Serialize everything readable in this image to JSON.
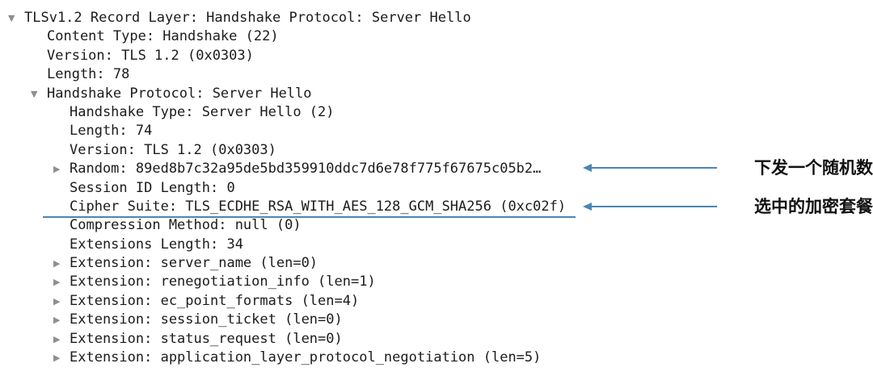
{
  "tree": {
    "rows": [
      {
        "level": 0,
        "expander": "down",
        "text": "TLSv1.2 Record Layer: Handshake Protocol: Server Hello",
        "underlined": false
      },
      {
        "level": 1,
        "expander": "none",
        "text": "Content Type: Handshake (22)",
        "underlined": false
      },
      {
        "level": 1,
        "expander": "none",
        "text": "Version: TLS 1.2 (0x0303)",
        "underlined": false
      },
      {
        "level": 1,
        "expander": "none",
        "text": "Length: 78",
        "underlined": false
      },
      {
        "level": 1,
        "expander": "down",
        "text": "Handshake Protocol: Server Hello",
        "underlined": false
      },
      {
        "level": 2,
        "expander": "none",
        "text": "Handshake Type: Server Hello (2)",
        "underlined": false
      },
      {
        "level": 2,
        "expander": "none",
        "text": "Length: 74",
        "underlined": false
      },
      {
        "level": 2,
        "expander": "none",
        "text": "Version: TLS 1.2 (0x0303)",
        "underlined": false
      },
      {
        "level": 2,
        "expander": "right",
        "text": "Random: 89ed8b7c32a95de5bd359910ddc7d6e78f775f67675c05b2…",
        "underlined": false
      },
      {
        "level": 2,
        "expander": "none",
        "text": "Session ID Length: 0",
        "underlined": false
      },
      {
        "level": 2,
        "expander": "none",
        "text": "Cipher Suite: TLS_ECDHE_RSA_WITH_AES_128_GCM_SHA256 (0xc02f)",
        "underlined": true
      },
      {
        "level": 2,
        "expander": "none",
        "text": "Compression Method: null (0)",
        "underlined": false
      },
      {
        "level": 2,
        "expander": "none",
        "text": "Extensions Length: 34",
        "underlined": false
      },
      {
        "level": 2,
        "expander": "right",
        "text": "Extension: server_name (len=0)",
        "underlined": false
      },
      {
        "level": 2,
        "expander": "right",
        "text": "Extension: renegotiation_info (len=1)",
        "underlined": false
      },
      {
        "level": 2,
        "expander": "right",
        "text": "Extension: ec_point_formats (len=4)",
        "underlined": false
      },
      {
        "level": 2,
        "expander": "right",
        "text": "Extension: session_ticket (len=0)",
        "underlined": false
      },
      {
        "level": 2,
        "expander": "right",
        "text": "Extension: status_request (len=0)",
        "underlined": false
      },
      {
        "level": 2,
        "expander": "right",
        "text": "Extension: application_layer_protocol_negotiation (len=5)",
        "underlined": false
      }
    ],
    "expander_glyphs": {
      "down": "▼",
      "right": "▶",
      "none": ""
    }
  },
  "annotations": {
    "random_note": {
      "label": "下发一个随机数"
    },
    "cipher_note": {
      "label": "选中的加密套餐"
    }
  },
  "colors": {
    "accent_blue": "#4a86b2",
    "expander_gray": "#8e8e93",
    "text": "#1b1b1b"
  }
}
